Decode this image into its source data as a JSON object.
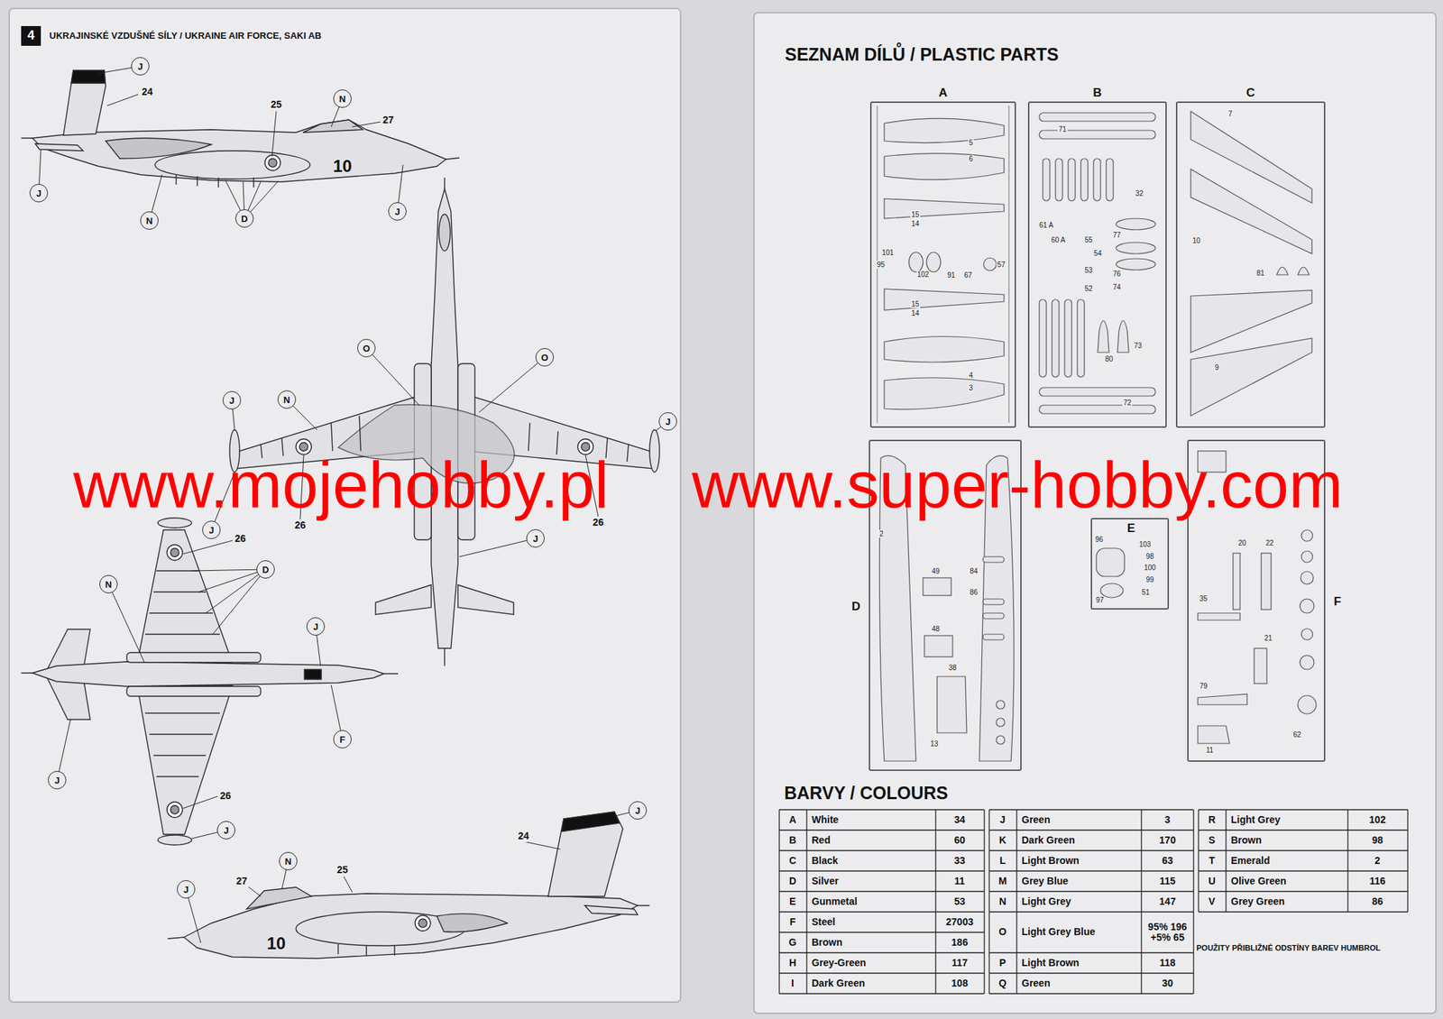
{
  "diagram": {
    "nodes": [
      {
        "text": [
          "J"
        ]
      },
      {
        "text": [
          "N"
        ]
      },
      {
        "text": [
          "J"
        ]
      },
      {
        "text": [
          "N"
        ]
      },
      {
        "text": [
          "D"
        ]
      },
      {
        "text": [
          "J"
        ]
      },
      {
        "text": [
          "O"
        ]
      },
      {
        "text": [
          "O"
        ]
      },
      {
        "text": [
          "J"
        ]
      },
      {
        "text": [
          "N"
        ]
      },
      {
        "text": [
          "J"
        ]
      },
      {
        "text": [
          "J"
        ]
      },
      {
        "text": [
          "J"
        ]
      },
      {
        "text": [
          "N"
        ]
      },
      {
        "text": [
          "D"
        ]
      },
      {
        "text": [
          "J"
        ]
      },
      {
        "text": [
          "F"
        ]
      },
      {
        "text": [
          "J"
        ]
      },
      {
        "text": [
          "J"
        ]
      },
      {
        "text": [
          "N"
        ]
      },
      {
        "text": [
          "J"
        ]
      },
      {
        "text": [
          "J"
        ]
      },
      {
        "text": [
          "A"
        ]
      },
      {
        "text": [
          "B"
        ]
      },
      {
        "text": [
          "C"
        ]
      },
      {
        "text": [
          "D"
        ]
      },
      {
        "text": [
          "E"
        ]
      },
      {
        "text": [
          "F"
        ]
      }
    ],
    "labels": [
      "4",
      "UKRAJINSKÉ VZDUŠNÉ SÍLY / UKRAINE AIR FORCE, SAKI AB",
      "24",
      "25",
      "27",
      "10",
      "26",
      "26",
      "26",
      "26",
      "24",
      "27",
      "25",
      "10",
      "www.mojehobby.pl",
      "www.super-hobby.com",
      "SEZNAM DÍLŮ / PLASTIC PARTS",
      "5",
      "6",
      "15",
      "14",
      "101",
      "95",
      "102",
      "91",
      "67",
      "57",
      "15",
      "14",
      "4",
      "3",
      "71",
      "32",
      "61 A",
      "60 A",
      "55",
      "54",
      "53",
      "52",
      "77",
      "76",
      "74",
      "80",
      "73",
      "72",
      "7",
      "10",
      "81",
      "9",
      "2",
      "49",
      "84",
      "86",
      "48",
      "38",
      "13",
      "96",
      "103",
      "98",
      "100",
      "99",
      "51",
      "97",
      "20",
      "22",
      "35",
      "79",
      "21",
      "62",
      "11",
      "BARVY / COLOURS",
      "A",
      "White",
      "34",
      "B",
      "Red",
      "60",
      "C",
      "Black",
      "33",
      "D",
      "Silver",
      "11",
      "E",
      "Gunmetal",
      "53",
      "F",
      "Steel",
      "27003",
      "G",
      "Brown",
      "186",
      "H",
      "Grey-Green",
      "117",
      "I",
      "Dark Green",
      "108",
      "J",
      "Green",
      "3",
      "K",
      "Dark Green",
      "170",
      "L",
      "Light Brown",
      "63",
      "M",
      "Grey Blue",
      "115",
      "N",
      "Light Grey",
      "147",
      "O",
      "Light Grey Blue",
      "95% 196 +5% 65",
      "P",
      "Light Brown",
      "118",
      "Q",
      "Green",
      "30",
      "R",
      "Light Grey",
      "102",
      "S",
      "Brown",
      "98",
      "T",
      "Emerald",
      "2",
      "U",
      "Olive Green",
      "116",
      "V",
      "Grey Green",
      "86",
      "POUŽITY PŘIBLIŽNÉ ODSTÍNY BAREV HUMBROL"
    ]
  }
}
